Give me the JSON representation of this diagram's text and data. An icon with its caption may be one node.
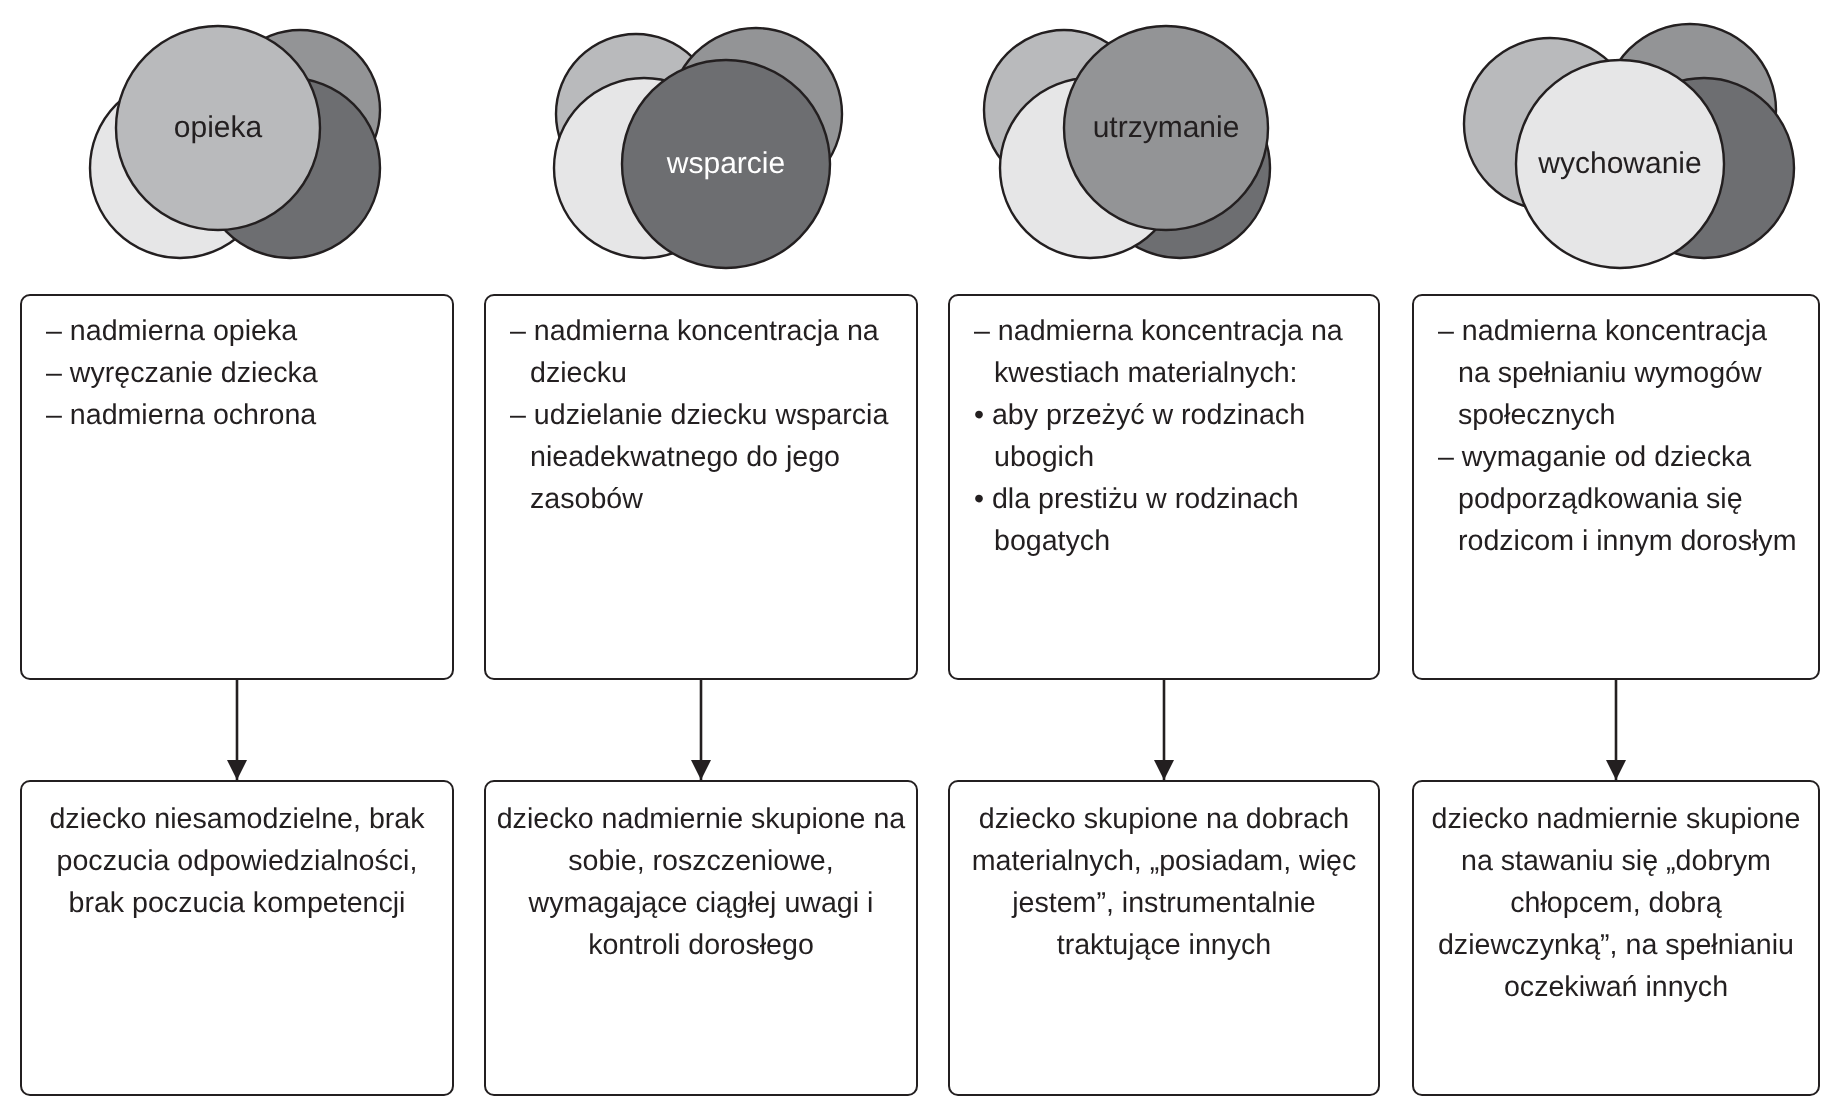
{
  "diagram": {
    "nodes": [
      {
        "text": [
          "opieka"
        ]
      },
      {
        "text": [
          "wsparcie"
        ]
      },
      {
        "text": [
          "utrzymanie"
        ]
      },
      {
        "text": [
          "wychowanie"
        ]
      },
      {
        "text": [
          "– nadmierna opieka",
          "– wyręczanie dziecka",
          "– nadmierna ochrona"
        ]
      },
      {
        "text": [
          "– nadmierna koncentracja na dziecku",
          "– udzielanie dziecku wsparcia nieadekwatnego do jego zasobów"
        ]
      },
      {
        "text": [
          "– nadmierna koncentracja na kwestiach materialnych:",
          "• aby przeżyć w rodzinach ubogich",
          "• dla prestiżu w rodzinach bogatych"
        ]
      },
      {
        "text": [
          "– nadmierna koncentracja na spełnianiu wymogów społecznych",
          "– wymaganie od dziecka podporządkowania się rodzicom i innym dorosłym"
        ]
      },
      {
        "text": [
          "dziecko niesamodzielne, brak poczucia odpowiedzialności, brak poczucia kompetencji"
        ]
      },
      {
        "text": [
          "dziecko nadmiernie skupione na sobie, roszczeniowe, wymagające ciągłej uwagi i kontroli dorosłego"
        ]
      },
      {
        "text": [
          "dziecko skupione na dobrach materialnych, „posiadam, więc jestem”, instrumentalnie traktujące innych"
        ]
      },
      {
        "text": [
          "dziecko nadmiernie skupione na stawaniu się „dobrym chłopcem, dobrą dziewczynką”, na spełnianiu oczekiwań innych"
        ]
      }
    ],
    "edges": [
      {
        "from": 4,
        "to": 8,
        "arrow": "to"
      },
      {
        "from": 5,
        "to": 9,
        "arrow": "to"
      },
      {
        "from": 6,
        "to": 10,
        "arrow": "to"
      },
      {
        "from": 7,
        "to": 11,
        "arrow": "to"
      }
    ]
  }
}
